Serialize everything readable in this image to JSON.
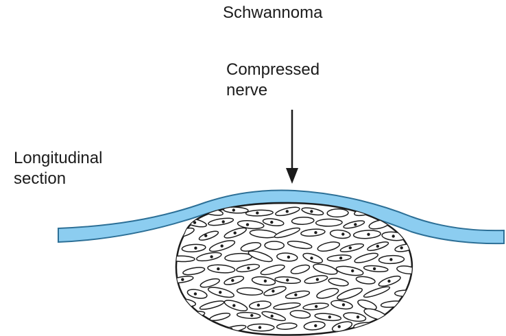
{
  "title": "Schwannoma",
  "labels": {
    "compressed_line1": "Compressed",
    "compressed_line2": "nerve",
    "longitudinal_line1": "Longitudinal",
    "longitudinal_line2": "section"
  },
  "colors": {
    "nerve_fill": "#8ccdf0",
    "nerve_stroke": "#2c6f96",
    "ink": "#1b1b1b",
    "background": "#ffffff"
  }
}
